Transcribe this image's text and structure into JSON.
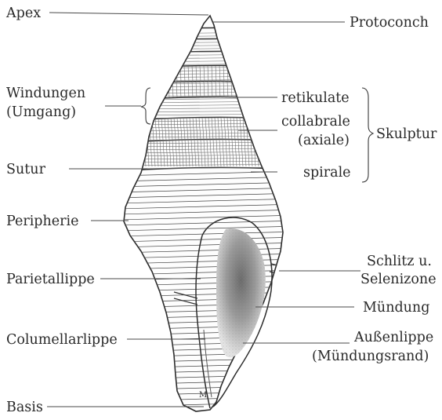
{
  "figure": {
    "labels": {
      "apex": "Apex",
      "protoconch": "Protoconch",
      "windungen_line1": "Windungen",
      "windungen_line2": "(Umgang)",
      "retikulate": "retikulate",
      "collabrale": "collabrale",
      "axiale": "(axiale)",
      "skulptur": "Skulptur",
      "sutur": "Sutur",
      "spirale": "spirale",
      "peripherie": "Peripherie",
      "schlitz_line1": "Schlitz u.",
      "schlitz_line2": "Selenizone",
      "parietallippe": "Parietallippe",
      "muendung": "Mündung",
      "columellarlippe": "Columellarlippe",
      "aussenlippe_line1": "Außenlippe",
      "aussenlippe_line2": "(Mündungsrand)",
      "basis": "Basis",
      "signature": "M"
    }
  }
}
